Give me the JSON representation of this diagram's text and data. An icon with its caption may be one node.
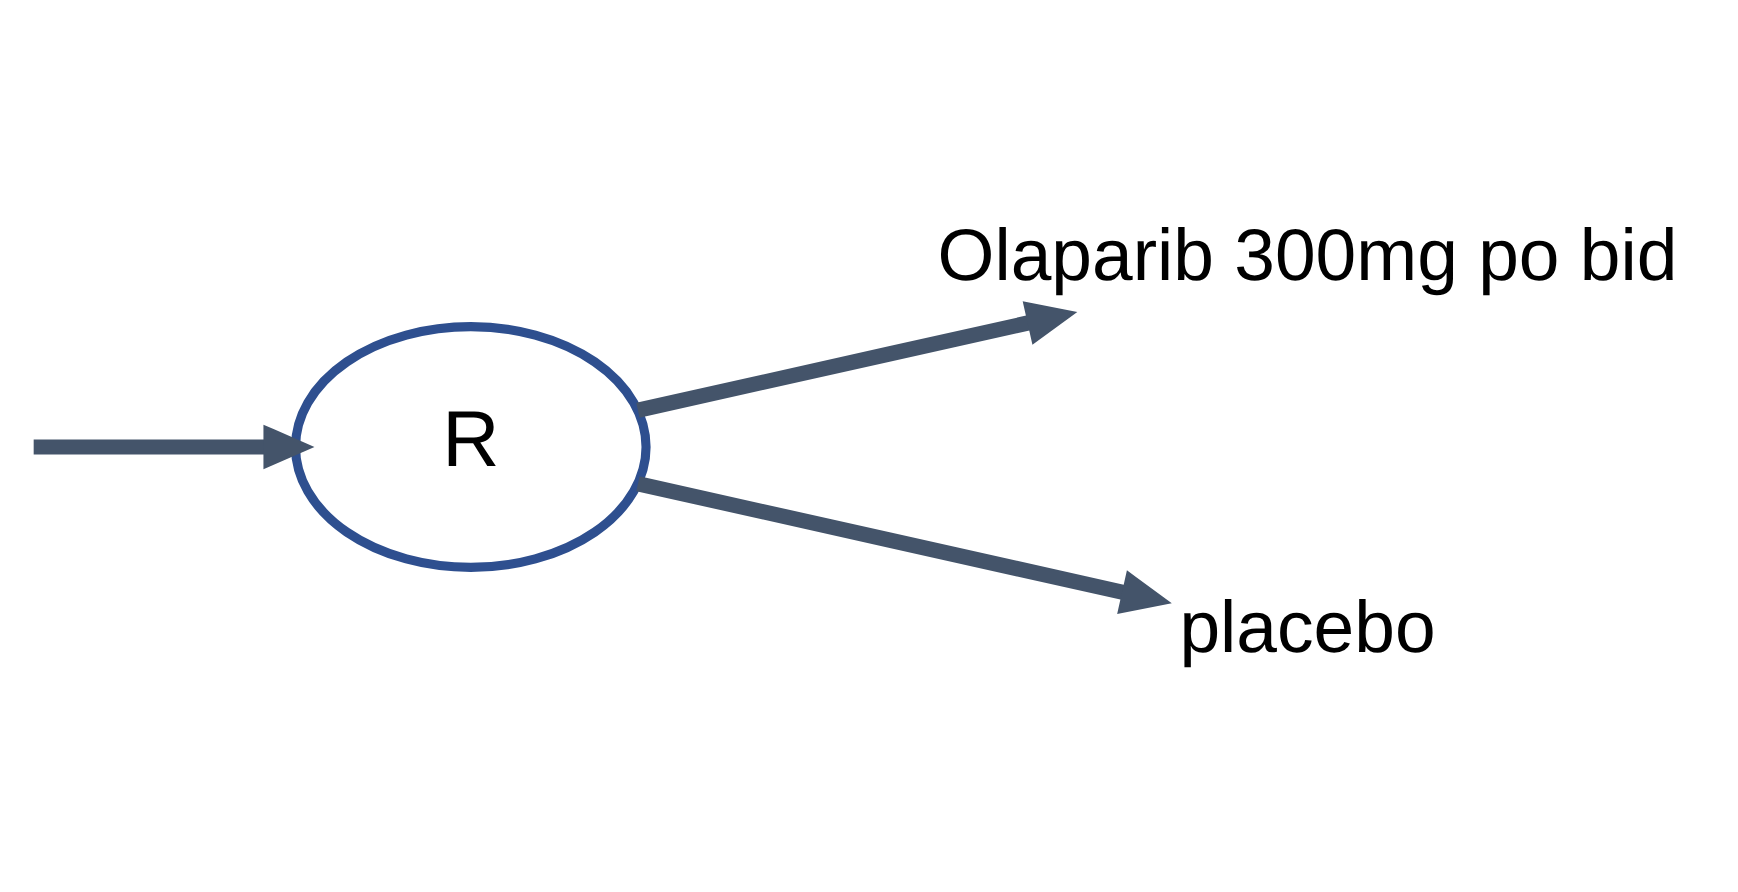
{
  "diagram": {
    "nodes": [
      {
        "text": [
          "R"
        ]
      },
      {
        "text": [
          "Olaparib 300mg po bid"
        ]
      },
      {
        "text": [
          "placebo"
        ]
      }
    ],
    "edges": [
      {
        "from": null,
        "to": 0,
        "arrow": "to"
      },
      {
        "from": 0,
        "to": 1,
        "arrow": "to"
      },
      {
        "from": 0,
        "to": 2,
        "arrow": "to"
      }
    ]
  }
}
